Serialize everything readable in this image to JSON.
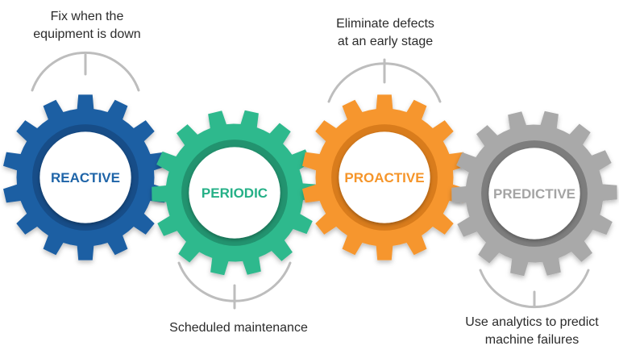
{
  "gears": [
    {
      "label": "REACTIVE",
      "color": "#1f5fa3",
      "inner_color": "#174d88",
      "text_color": "#1e64a8"
    },
    {
      "label": "PERIODIC",
      "color": "#2fb98d",
      "inner_color": "#22936f",
      "text_color": "#25b087"
    },
    {
      "label": "PROACTIVE",
      "color": "#f6962d",
      "inner_color": "#d97c1c",
      "text_color": "#f5952a"
    },
    {
      "label": "PREDICTIVE",
      "color": "#a9a9a9",
      "inner_color": "#7d7d7d",
      "text_color": "#a4a4a4"
    }
  ],
  "captions": {
    "reactive": [
      "Fix when the",
      "equipment is down"
    ],
    "proactive": [
      "Eliminate defects",
      "at an early stage"
    ],
    "periodic": [
      "Scheduled maintenance"
    ],
    "predictive": [
      "Use analytics to predict",
      "machine failures"
    ]
  },
  "bracket_color": "#bdbdbd"
}
